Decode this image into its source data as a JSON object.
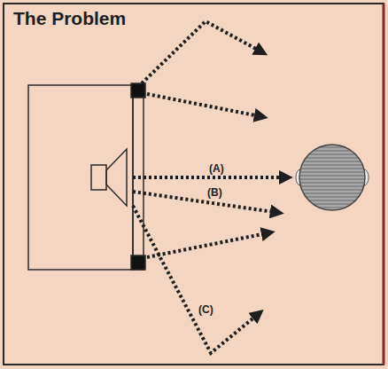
{
  "diagram": {
    "title": "The Problem",
    "labels": [
      "(A)",
      "(B)",
      "(C)"
    ]
  }
}
